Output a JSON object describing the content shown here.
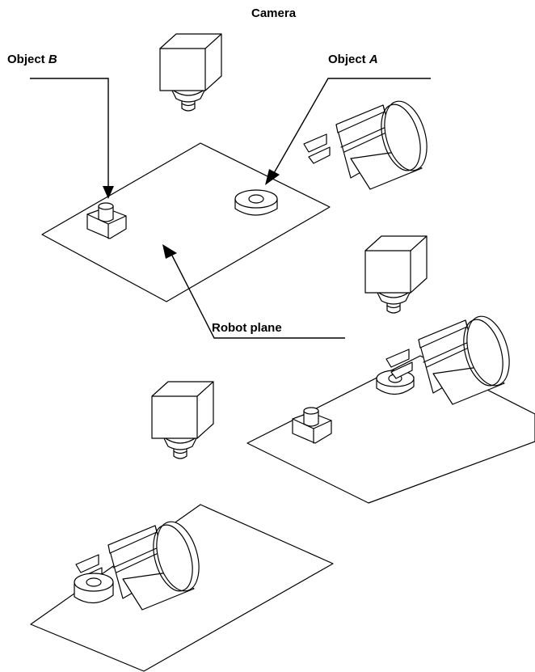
{
  "labels": {
    "camera": "Camera",
    "object_b_prefix": "Object ",
    "object_b_letter": "B",
    "object_a_prefix": "Object ",
    "object_a_letter": "A",
    "robot_plane": "Robot plane"
  }
}
